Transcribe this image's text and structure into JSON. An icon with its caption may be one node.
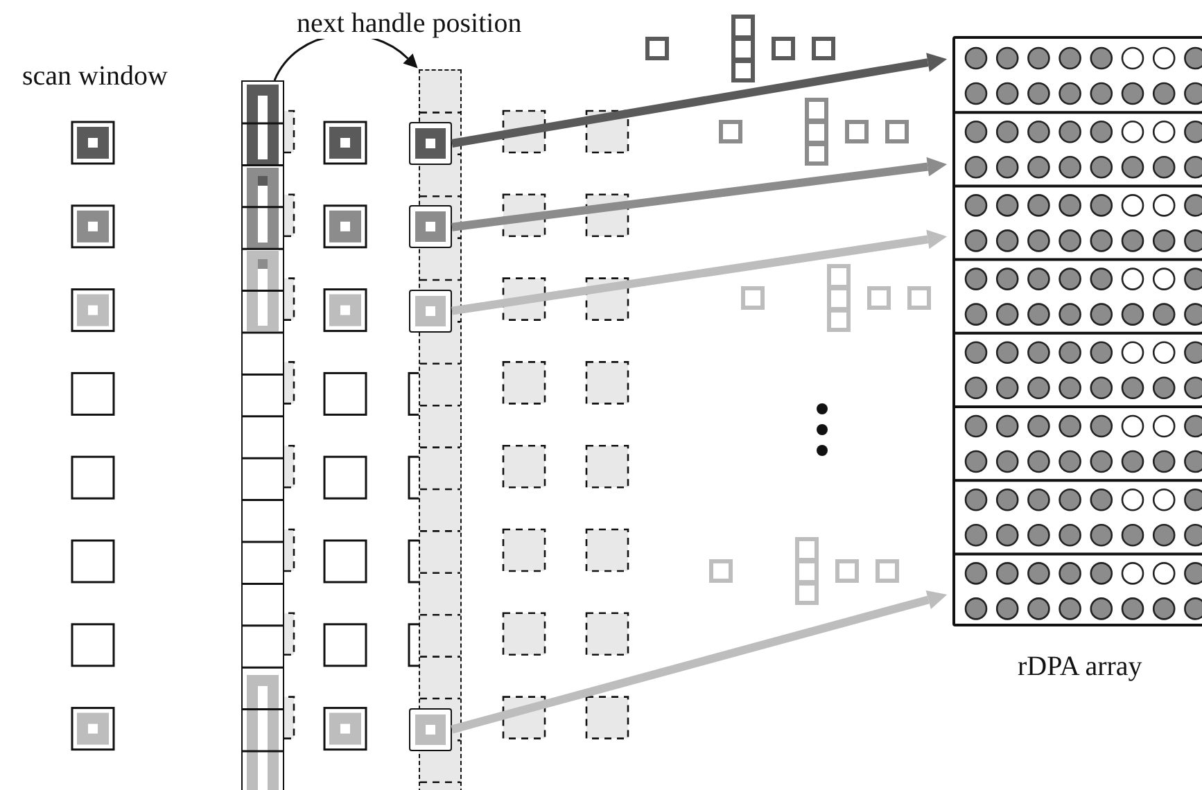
{
  "diagram": {
    "nodes": [
      {
        "text": [],
        "shape": "bar"
      },
      {
        "text": [],
        "shape": "bar"
      },
      {
        "text": [],
        "shape": "box"
      },
      {
        "text": [],
        "shape": "box"
      },
      {
        "text": [],
        "shape": "box"
      },
      {
        "text": [],
        "shape": "box"
      },
      {
        "text": [],
        "shape": "box",
        "beside": [
          "rDPA array"
        ]
      }
    ],
    "edges": [
      {
        "from": 0,
        "to": 1,
        "arrow": "to",
        "label": "next handle position",
        "color": "#111111"
      },
      {
        "from": 2,
        "to": 6,
        "arrow": "to",
        "color": "#5a5a5a"
      },
      {
        "from": 3,
        "to": 6,
        "arrow": "to",
        "color": "#8c8c8c"
      },
      {
        "from": 4,
        "to": 6,
        "arrow": "to",
        "color": "#bdbdbd"
      },
      {
        "from": 5,
        "to": 6,
        "arrow": "to",
        "color": "#bdbdbd"
      }
    ],
    "labels": [
      "scan window"
    ]
  }
}
